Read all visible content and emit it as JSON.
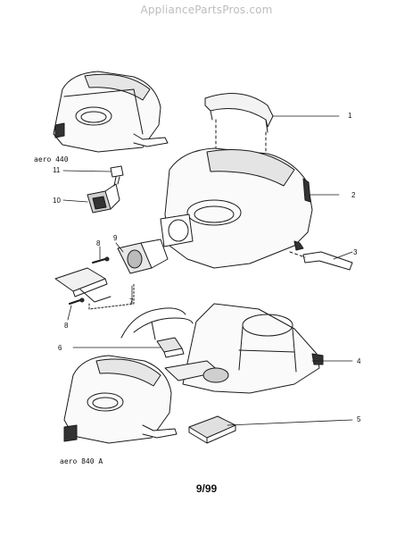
{
  "watermark": "AppliancePartsPros.com",
  "models": {
    "top": "aero 440",
    "bottom": "aero 840 A"
  },
  "callouts": [
    "1",
    "2",
    "3",
    "4",
    "5",
    "6",
    "7",
    "8",
    "8",
    "9",
    "10",
    "11"
  ],
  "footer": "9/99",
  "colors": {
    "line": "#1a1a1a",
    "watermark": "#bdbdbd",
    "background": "#ffffff"
  }
}
